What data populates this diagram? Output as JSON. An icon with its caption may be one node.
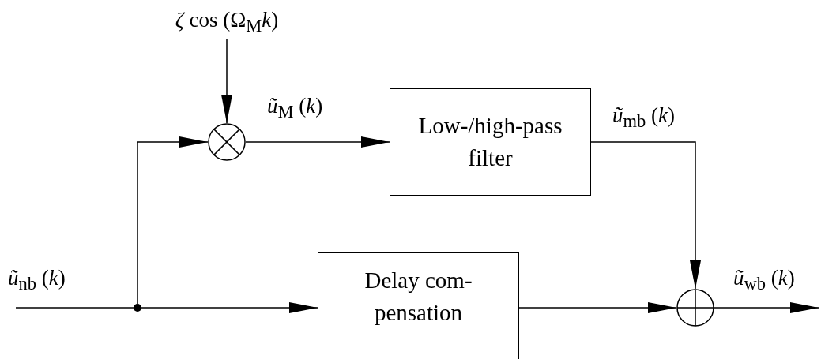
{
  "diagram": {
    "nodes": [
      {
        "text": [
          "*ζ* cos (Ω$_{M}$*k*)"
        ]
      },
      {
        "text": [],
        "shape": "multiplier"
      },
      {
        "text": [
          "Low-/high-pass filter"
        ]
      },
      {
        "text": [
          "Delay com-pensation"
        ]
      },
      {
        "text": [],
        "shape": "adder"
      },
      {
        "text": [],
        "shape": "dot"
      }
    ],
    "edges": [
      {
        "from": null,
        "to": 5,
        "arrow": "none",
        "label": "*ũ*$_{nb}$ (*k*)"
      },
      {
        "from": 5,
        "to": 1,
        "arrow": "to"
      },
      {
        "from": 5,
        "to": 3,
        "arrow": "to"
      },
      {
        "from": 0,
        "to": 1,
        "arrow": "to"
      },
      {
        "from": 1,
        "to": 2,
        "arrow": "to",
        "label": "*ũ*$_{M}$ (*k*)"
      },
      {
        "from": 2,
        "to": 4,
        "arrow": "to",
        "label": "*ũ*$_{mb}$ (*k*)"
      },
      {
        "from": 3,
        "to": 4,
        "arrow": "to"
      },
      {
        "from": 4,
        "to": null,
        "arrow": "to",
        "label": "*ũ*$_{wb}$ (*k*)"
      }
    ]
  }
}
